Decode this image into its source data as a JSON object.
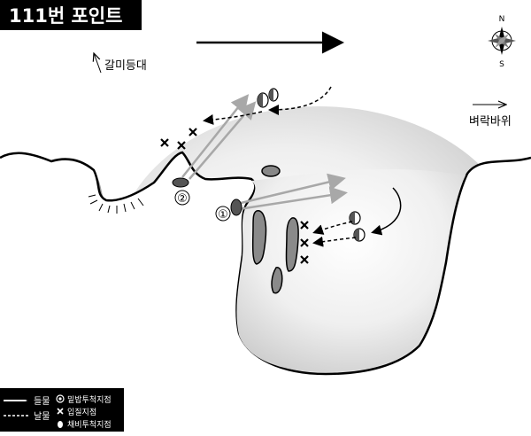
{
  "title": "111번 포인트",
  "compass": {
    "north": "N",
    "south": "S"
  },
  "places": {
    "lighthouse": "갈미등대",
    "rock": "벼락바위"
  },
  "spots": {
    "spot1": "①",
    "spot2": "②"
  },
  "legend": {
    "flood_tide": "들물",
    "ebb_tide": "날물",
    "deep_cast": "밑밥투척지점",
    "entry": "입질지점",
    "float_cast": "채비투척지점"
  },
  "colors": {
    "land": "#ffffff",
    "coast": "#000000",
    "coast_shadow": "#9a9a9a",
    "current_arrow": "#b0b0b0",
    "title_bg": "#000000"
  }
}
